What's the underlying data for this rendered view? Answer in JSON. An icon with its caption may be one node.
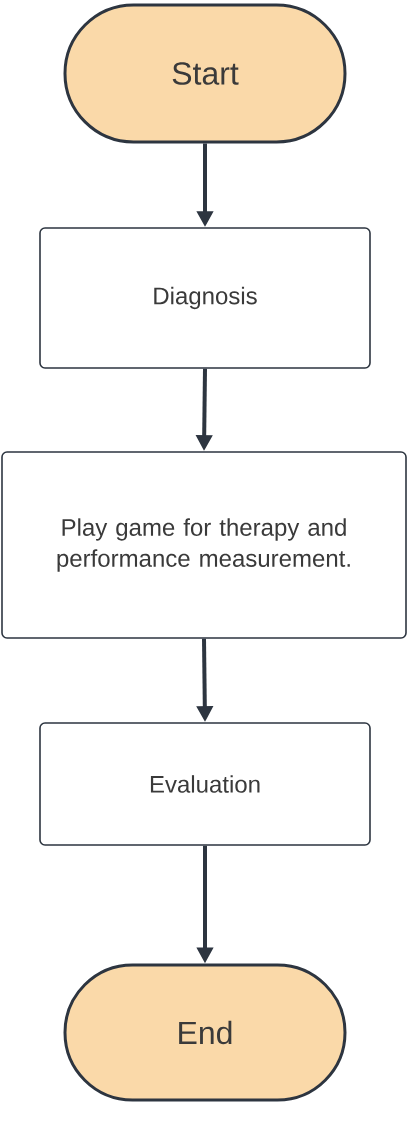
{
  "diagram": {
    "nodes": [
      {
        "text": [
          "Start"
        ]
      },
      {
        "text": [
          "Diagnosis"
        ]
      },
      {
        "text": [
          "Play game for therapy and performance measurement."
        ]
      },
      {
        "text": [
          "Evaluation"
        ]
      },
      {
        "text": [
          "End"
        ]
      }
    ],
    "edges": [
      {
        "from": 0,
        "to": 1,
        "arrow": "to"
      },
      {
        "from": 1,
        "to": 2,
        "arrow": "to"
      },
      {
        "from": 2,
        "to": 3,
        "arrow": "to"
      },
      {
        "from": 3,
        "to": 4,
        "arrow": "to"
      }
    ]
  }
}
